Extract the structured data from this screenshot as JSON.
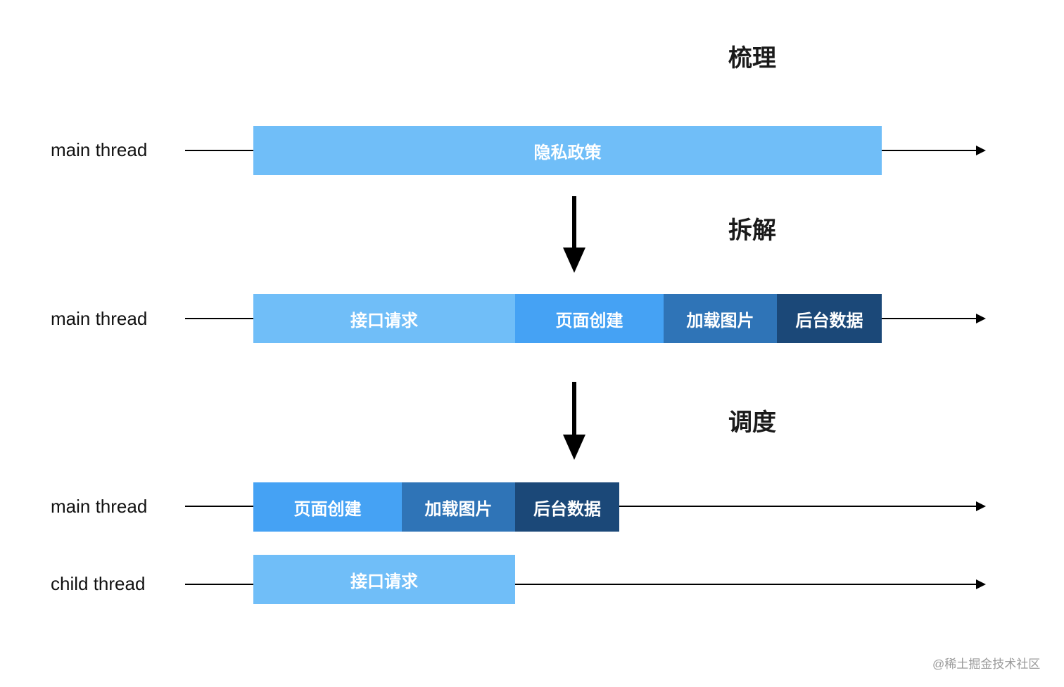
{
  "stages": {
    "sort_label": "梳理",
    "split_label": "拆解",
    "schedule_label": "调度"
  },
  "rows": {
    "row1": {
      "thread": "main thread",
      "blocks": [
        {
          "label": "隐私政策",
          "color": "#70BEF8"
        }
      ]
    },
    "row2": {
      "thread": "main thread",
      "blocks": [
        {
          "label": "接口请求",
          "color": "#70BEF8"
        },
        {
          "label": "页面创建",
          "color": "#45A2F4"
        },
        {
          "label": "加载图片",
          "color": "#2F74B7"
        },
        {
          "label": "后台数据",
          "color": "#1B4878"
        }
      ]
    },
    "row3": {
      "thread": "main thread",
      "blocks": [
        {
          "label": "页面创建",
          "color": "#45A2F4"
        },
        {
          "label": "加载图片",
          "color": "#2F74B7"
        },
        {
          "label": "后台数据",
          "color": "#1B4878"
        }
      ]
    },
    "row4": {
      "thread": "child thread",
      "blocks": [
        {
          "label": "接口请求",
          "color": "#70BEF8"
        }
      ]
    }
  },
  "watermark": "@稀土掘金技术社区"
}
